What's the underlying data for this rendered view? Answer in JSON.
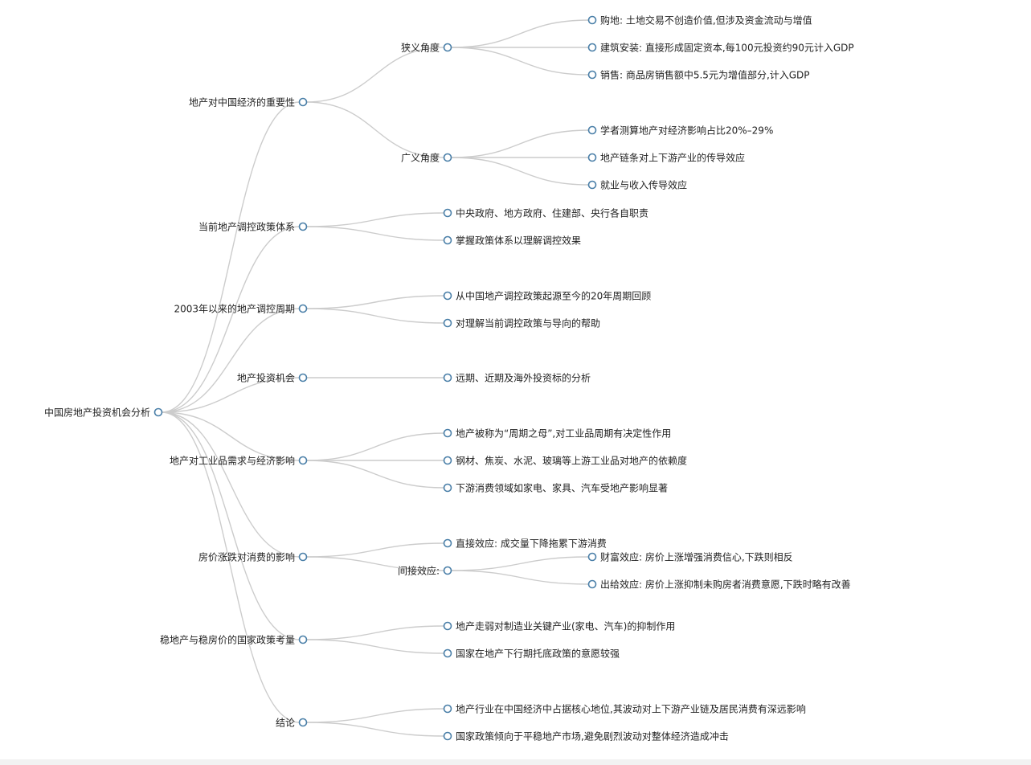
{
  "mindmap": {
    "root": {
      "label": "中国房地产投资机会分析",
      "children": [
        {
          "label": "地产对中国经济的重要性",
          "children": [
            {
              "label": "狭义角度",
              "children": [
                {
                  "label": "购地: 土地交易不创造价值,但涉及资金流动与增值"
                },
                {
                  "label": "建筑安装: 直接形成固定资本,每100元投资约90元计入GDP"
                },
                {
                  "label": "销售: 商品房销售额中5.5元为增值部分,计入GDP"
                }
              ]
            },
            {
              "label": "广义角度",
              "children": [
                {
                  "label": "学者测算地产对经济影响占比20%–29%"
                },
                {
                  "label": "地产链条对上下游产业的传导效应"
                },
                {
                  "label": "就业与收入传导效应"
                }
              ]
            }
          ]
        },
        {
          "label": "当前地产调控政策体系",
          "children": [
            {
              "label": "中央政府、地方政府、住建部、央行各自职责"
            },
            {
              "label": "掌握政策体系以理解调控效果"
            }
          ]
        },
        {
          "label": "2003年以来的地产调控周期",
          "children": [
            {
              "label": "从中国地产调控政策起源至今的20年周期回顾"
            },
            {
              "label": "对理解当前调控政策与导向的帮助"
            }
          ]
        },
        {
          "label": "地产投资机会",
          "children": [
            {
              "label": "远期、近期及海外投资标的分析"
            }
          ]
        },
        {
          "label": "地产对工业品需求与经济影响",
          "children": [
            {
              "label": "地产被称为“周期之母”,对工业品周期有决定性作用"
            },
            {
              "label": "钢材、焦炭、水泥、玻璃等上游工业品对地产的依赖度"
            },
            {
              "label": "下游消费领域如家电、家具、汽车受地产影响显著"
            }
          ]
        },
        {
          "label": "房价涨跌对消费的影响",
          "children": [
            {
              "label": "直接效应: 成交量下降拖累下游消费"
            },
            {
              "label": "间接效应:",
              "children": [
                {
                  "label": "财富效应: 房价上涨增强消费信心,下跌则相反"
                },
                {
                  "label": "出给效应: 房价上涨抑制未购房者消费意愿,下跌时略有改善"
                }
              ]
            }
          ]
        },
        {
          "label": "稳地产与稳房价的国家政策考量",
          "children": [
            {
              "label": "地产走弱对制造业关键产业(家电、汽车)的抑制作用"
            },
            {
              "label": "国家在地产下行期托底政策的意愿较强"
            }
          ]
        },
        {
          "label": "结论",
          "children": [
            {
              "label": "地产行业在中国经济中占据核心地位,其波动对上下游产业链及居民消费有深远影响"
            },
            {
              "label": "国家政策倾向于平稳地产市场,避免剧烈波动对整体经济造成冲击"
            }
          ]
        }
      ]
    }
  },
  "colors": {
    "link": "#cccccc",
    "node_stroke": "#4a7fa8",
    "label": "#222222",
    "background": "#ffffff"
  }
}
